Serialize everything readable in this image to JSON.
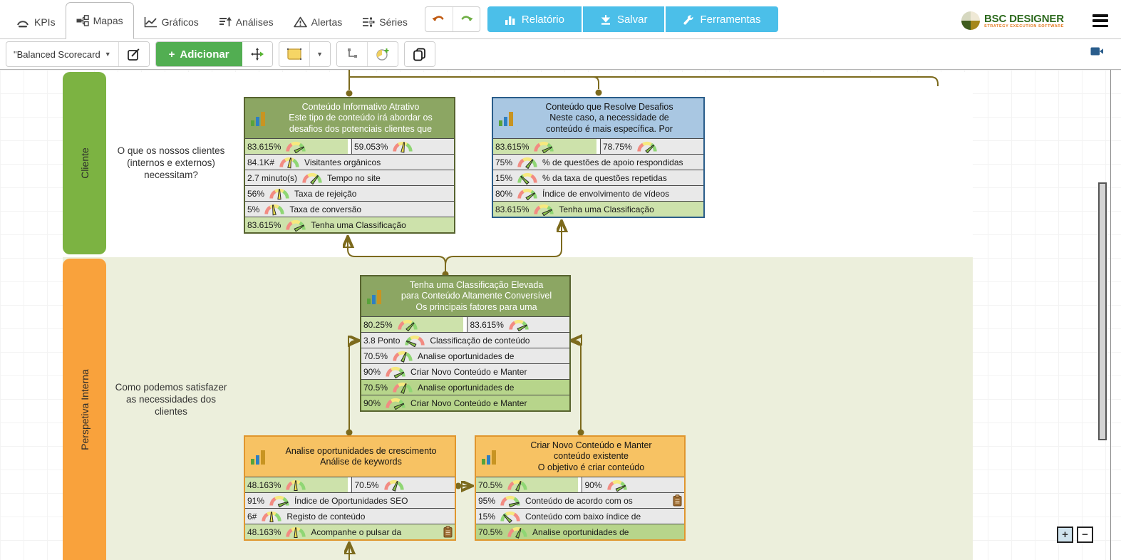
{
  "header": {
    "tabs": [
      {
        "label": "KPIs",
        "active": false
      },
      {
        "label": "Mapas",
        "active": true
      },
      {
        "label": "Gráficos",
        "active": false
      },
      {
        "label": "Análises",
        "active": false
      },
      {
        "label": "Alertas",
        "active": false
      },
      {
        "label": "Séries",
        "active": false
      }
    ],
    "actions": [
      {
        "label": "Relatório"
      },
      {
        "label": "Salvar"
      },
      {
        "label": "Ferramentas"
      }
    ],
    "logo": {
      "title": "BSC DESIGNER",
      "subtitle": "STRATEGY EXECUTION SOFTWARE"
    }
  },
  "toolbar": {
    "scorecard_label": "\"Balanced Scorecard",
    "add_label": "Adicionar"
  },
  "colors": {
    "accent_teal": "#4bbfe9",
    "add_green": "#52ae52",
    "cliente_band": "#7cb342",
    "interna_band": "#f9a23c",
    "interna_zone": "#ecefdc",
    "connector": "#7c6a1d",
    "header_green": "#8ca663",
    "header_blue": "#a9c7e2",
    "header_orange": "#f7c263"
  },
  "map": {
    "perspectives": [
      {
        "name": "Cliente",
        "question": "O que os nossos clientes (internos e externos) necessitam?"
      },
      {
        "name": "Perspetiva Interna",
        "question": "Como podemos satisfazer as necessidades dos clientes"
      }
    ],
    "boxes": [
      {
        "id": "informativo",
        "style": "green",
        "title_lines": [
          "Conteúdo Informativo Atrativo",
          "Este tipo de conteúdo irá abordar os",
          "desafios dos potenciais clientes que"
        ],
        "split": {
          "left": {
            "value": "83.615%",
            "tone": "green",
            "gauge": 84
          },
          "right": {
            "value": "59.053%",
            "tone": "gray",
            "gauge": 55
          }
        },
        "rows": [
          {
            "value": "84.1K#",
            "label": "Visitantes orgânicos",
            "tone": "gray",
            "gauge": 55
          },
          {
            "value": "2.7 minuto(s)",
            "label": "Tempo no site",
            "tone": "gray",
            "gauge": 72
          },
          {
            "value": "56%",
            "label": "Taxa de rejeição",
            "tone": "gray",
            "gauge": 50
          },
          {
            "value": "5%",
            "label": "Taxa de conversão",
            "tone": "gray",
            "gauge": 45
          },
          {
            "value": "83.615%",
            "label": "Tenha uma Classificação",
            "tone": "green",
            "gauge": 84
          }
        ]
      },
      {
        "id": "resolve",
        "style": "blue",
        "title_lines": [
          "Conteúdo que Resolve Desafios",
          "Neste caso, a necessidade de",
          "conteúdo é mais específica. Por"
        ],
        "split": {
          "left": {
            "value": "83.615%",
            "tone": "green",
            "gauge": 84
          },
          "right": {
            "value": "78.75%",
            "tone": "gray",
            "gauge": 76
          }
        },
        "rows": [
          {
            "value": "75%",
            "label": "% de questões de apoio respondidas",
            "tone": "gray",
            "gauge": 70
          },
          {
            "value": "15%",
            "label": "% da taxa de questões repetidas",
            "tone": "gray",
            "gauge": 25,
            "inv": true
          },
          {
            "value": "80%",
            "label": "Índice de envolvimento de vídeos",
            "tone": "gray",
            "gauge": 80
          },
          {
            "value": "83.615%",
            "label": "Tenha uma Classificação",
            "tone": "green",
            "gauge": 84
          }
        ]
      },
      {
        "id": "classificacao",
        "style": "green",
        "title_lines": [
          "Tenha uma Classificação Elevada",
          "para Conteúdo Altamente Conversível",
          "Os principais fatores para uma"
        ],
        "split": {
          "left": {
            "value": "80.25%",
            "tone": "green",
            "gauge": 74
          },
          "right": {
            "value": "83.615%",
            "tone": "gray",
            "gauge": 84
          }
        },
        "rows": [
          {
            "value": "3.8 Ponto",
            "label": "Classificação de conteúdo",
            "tone": "gray",
            "gauge": 15,
            "inv": true
          },
          {
            "value": "70.5%",
            "label": "Analise oportunidades de",
            "tone": "gray",
            "gauge": 62
          },
          {
            "value": "90%",
            "label": "Criar Novo Conteúdo e Manter",
            "tone": "gray",
            "gauge": 85
          },
          {
            "value": "70.5%",
            "label": "Analise oportunidades de",
            "tone": "green2",
            "gauge": 62
          },
          {
            "value": "90%",
            "label": "Criar Novo Conteúdo e Manter",
            "tone": "green2",
            "gauge": 85
          }
        ]
      },
      {
        "id": "analise",
        "style": "orange",
        "title_lines": [
          "Analise oportunidades de crescimento",
          "Análise de keywords"
        ],
        "split": {
          "left": {
            "value": "48.163%",
            "tone": "green",
            "gauge": 50
          },
          "right": {
            "value": "70.5%",
            "tone": "gray",
            "gauge": 62
          }
        },
        "rows": [
          {
            "value": "91%",
            "label": "Índice de Oportunidades SEO",
            "tone": "gray",
            "gauge": 88
          },
          {
            "value": "6#",
            "label": "Registo de conteúdo",
            "tone": "gray",
            "gauge": 50
          },
          {
            "value": "48.163%",
            "label": "Acompanhe o pulsar da",
            "tone": "green",
            "gauge": 50,
            "clip": true
          }
        ]
      },
      {
        "id": "criar",
        "style": "orange",
        "title_lines": [
          "Criar Novo Conteúdo e Manter",
          "conteúdo existente",
          "O objetivo é criar conteúdo"
        ],
        "split": {
          "left": {
            "value": "70.5%",
            "tone": "green",
            "gauge": 62
          },
          "right": {
            "value": "90%",
            "tone": "gray",
            "gauge": 85
          }
        },
        "rows": [
          {
            "value": "95%",
            "label": "Conteúdo de acordo com os",
            "tone": "gray",
            "gauge": 90,
            "clip": true
          },
          {
            "value": "15%",
            "label": "Conteúdo com baixo índice de",
            "tone": "gray",
            "gauge": 25,
            "inv": true
          },
          {
            "value": "70.5%",
            "label": "Analise oportunidades de",
            "tone": "green2",
            "gauge": 62
          }
        ]
      }
    ]
  },
  "zoom_controls": {
    "plus": "+",
    "minus": "−"
  }
}
